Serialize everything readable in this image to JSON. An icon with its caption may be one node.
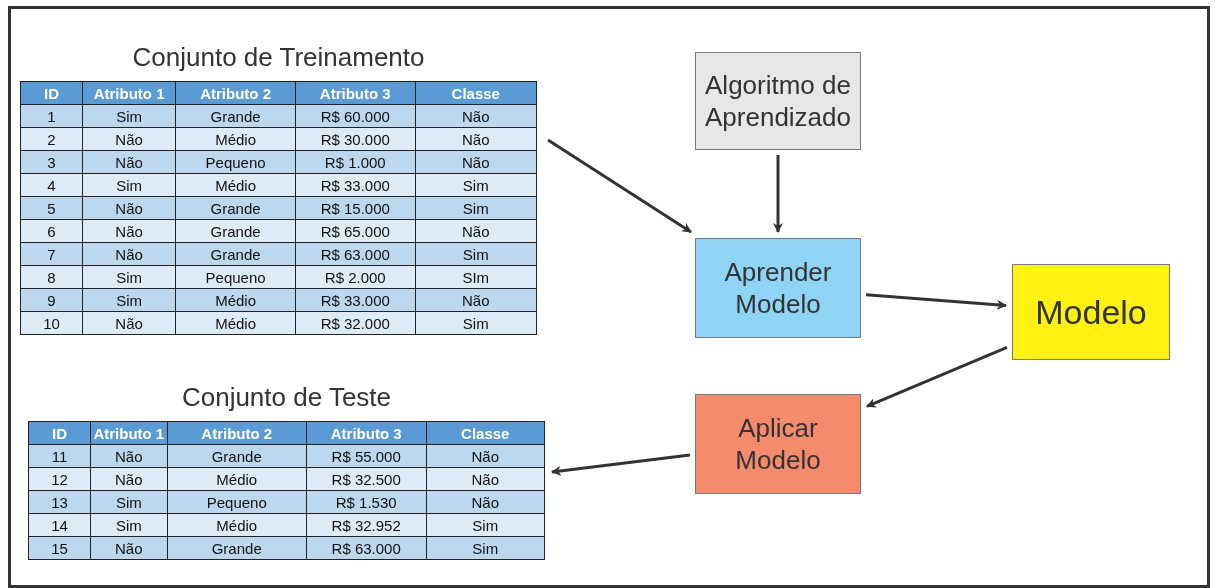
{
  "diagram": {
    "nodes": [
      {
        "text": [
          "Conjunto de Treinamento"
        ]
      },
      {
        "text": [
          "Algoritmo de Aprendizado"
        ]
      },
      {
        "text": [
          "Aprender Modelo"
        ]
      },
      {
        "text": [
          "Modelo"
        ]
      },
      {
        "text": [
          "Aplicar Modelo"
        ]
      },
      {
        "text": [
          "Conjunto de Teste"
        ]
      }
    ],
    "edges": [
      {
        "from": 0,
        "to": 2,
        "arrow": "to"
      },
      {
        "from": 1,
        "to": 2,
        "arrow": "to"
      },
      {
        "from": 2,
        "to": 3,
        "arrow": "to"
      },
      {
        "from": 3,
        "to": 4,
        "arrow": "to"
      },
      {
        "from": 4,
        "to": 5,
        "arrow": "to"
      }
    ],
    "labels": [
      "ID",
      "Atributo 1",
      "Atributo 2",
      "Atributo 3",
      "Classe",
      "1",
      "Sim",
      "Grande",
      "R$ 60.000",
      "Não",
      "2",
      "Não",
      "Médio",
      "R$ 30.000",
      "Não",
      "3",
      "Não",
      "Pequeno",
      "R$ 1.000",
      "Não",
      "4",
      "Sim",
      "Médio",
      "R$ 33.000",
      "Sim",
      "5",
      "Não",
      "Grande",
      "R$ 15.000",
      "Sim",
      "6",
      "Não",
      "Grande",
      "R$ 65.000",
      "Não",
      "7",
      "Não",
      "Grande",
      "R$ 63.000",
      "Sim",
      "8",
      "Sim",
      "Pequeno",
      "R$ 2.000",
      "SIm",
      "9",
      "Sim",
      "Médio",
      "R$ 33.000",
      "Não",
      "10",
      "Não",
      "Médio",
      "R$ 32.000",
      "Sim",
      "ID",
      "Atributo 1",
      "Atributo 2",
      "Atributo 3",
      "Classe",
      "11",
      "Não",
      "Grande",
      "R$ 55.000",
      "Não",
      "12",
      "Não",
      "Médio",
      "R$ 32.500",
      "Não",
      "13",
      "Sim",
      "Pequeno",
      "R$ 1.530",
      "Não",
      "14",
      "Sim",
      "Médio",
      "R$ 32.952",
      "Sim",
      "15",
      "Não",
      "Grande",
      "R$ 63.000",
      "Sim"
    ]
  }
}
